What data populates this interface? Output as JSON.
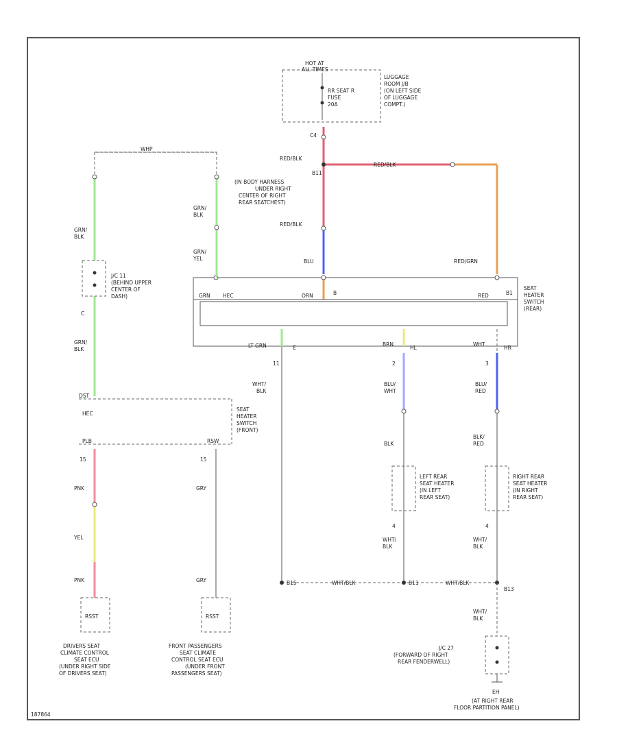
{
  "colors": {
    "red": "#e06070",
    "orange": "#e8a050",
    "blue": "#5060f0",
    "green": "#9ee890",
    "yellow": "#e8e880",
    "pink": "#f08ca0",
    "lightblue": "#a0a8ff",
    "gray": "#aaaaaa"
  },
  "labels": {
    "hot_at": "HOT AT",
    "all_times": "ALL TIMES",
    "fuse_line1": "RR SEAT R",
    "fuse_line2": "FUSE",
    "fuse_line3": "20A",
    "jb_line1": "LUGGAGE",
    "jb_line2": "ROOM J/B",
    "jb_line3": "(ON LEFT SIDE",
    "jb_line4": "OF LUGGAGE",
    "jb_line5": "COMPT.)",
    "c4": "C4",
    "red_blk_1": "RED/BLK",
    "b11": "B11",
    "splice_line1": "(IN BODY HARNESS",
    "splice_line2": "UNDER RIGHT",
    "splice_line3": "CENTER OF RIGHT",
    "splice_line4": "REAR SEATCHEST)",
    "red_blk_2": "RED/BLK",
    "red_blk_3": "RED/BLK",
    "blu": "BLU",
    "red_grn": "RED/GRN",
    "whp": "WHP",
    "grn_blk_1": "GRN/",
    "grn_blk_1b": "BLK",
    "grn_blk_2": "GRN/",
    "grn_blk_2b": "BLK",
    "grn_yel": "GRN/",
    "grn_yelb": "YEL",
    "jc11_line1": "J/C 11",
    "jc11_line2": "(BEHIND UPPER",
    "jc11_line3": "CENTER OF",
    "jc11_line4": "DASH)",
    "c": "C",
    "grn_blk_3": "GRN/",
    "grn_blk_3b": "BLK",
    "grn_term": "GRN",
    "hec": "HEC",
    "orn_term": "ORN",
    "b": "B",
    "red_term": "RED",
    "b1_term": "B1",
    "seat_rear_line1": "SEAT",
    "seat_rear_line2": "HEATER",
    "seat_rear_line3": "SWITCH",
    "seat_rear_line4": "(REAR)",
    "lt_grn": "LT GRN",
    "e": "E",
    "brn": "BRN",
    "hl": "HL",
    "wht_t": "WHT",
    "hr": "HR",
    "n11": "11",
    "wht_blk_1": "WHT/",
    "wht_blk_1b": "BLK",
    "n2": "2",
    "blu_wht": "BLU/",
    "blu_whtb": "WHT",
    "n3": "3",
    "blu_red": "BLU/",
    "blu_redb": "RED",
    "blk": "BLK",
    "blk_red": "BLK/",
    "blk_redb": "RED",
    "left_heater_line1": "LEFT REAR",
    "left_heater_line2": "SEAT HEATER",
    "left_heater_line3": "(IN LEFT",
    "left_heater_line4": "REAR SEAT)",
    "right_heater_line1": "RIGHT REAR",
    "right_heater_line2": "SEAT HEATER",
    "right_heater_line3": "(IN RIGHT",
    "right_heater_line4": "REAR SEAT)",
    "n4a": "4",
    "wht_blk_2": "WHT/",
    "wht_blk_2b": "BLK",
    "n4b": "4",
    "wht_blk_3": "WHT/",
    "wht_blk_3b": "BLK",
    "dst": "DST",
    "hec_front": "HEC",
    "seat_front_line1": "SEAT",
    "seat_front_line2": "HEATER",
    "seat_front_line3": "SWITCH",
    "seat_front_line4": "(FRONT)",
    "plb": "PLB",
    "rsw": "RSW",
    "n15a": "15",
    "n15b": "15",
    "pnk_1": "PNK",
    "gry_1": "GRY",
    "yel": "YEL",
    "pnk_2": "PNK",
    "gry_2": "GRY",
    "rsst_1": "RSST",
    "rsst_2": "RSST",
    "b15": "B15",
    "b11b": "B11",
    "wht_blk_4": "WHT/BLK",
    "wht_blk_5": "WHT/BLK",
    "b13": "B13",
    "wht_blk_6": "WHT/",
    "wht_blk_6b": "BLK",
    "jc27_line1": "J/C 27",
    "jc27_line2": "(FORWARD OF RIGHT",
    "jc27_line3": "REAR FENDERWELL)",
    "driver_line1": "DRIVERS SEAT",
    "driver_line2": "CLIMATE CONTROL",
    "driver_line3": "SEAT ECU",
    "driver_line4": "(UNDER RIGHT SIDE",
    "driver_line5": "OF DRIVERS SEAT)",
    "pass_line1": "FRONT PASSENGERS",
    "pass_line2": "SEAT CLIMATE",
    "pass_line3": "CONTROL SEAT ECU",
    "pass_line4": "(UNDER FRONT",
    "pass_line5": "PASSENGERS SEAT)",
    "ground_id": "EH",
    "ground_line1": "(AT RIGHT REAR",
    "ground_line2": "FLOOR PARTITION PANEL)",
    "figure_id": "187864"
  }
}
